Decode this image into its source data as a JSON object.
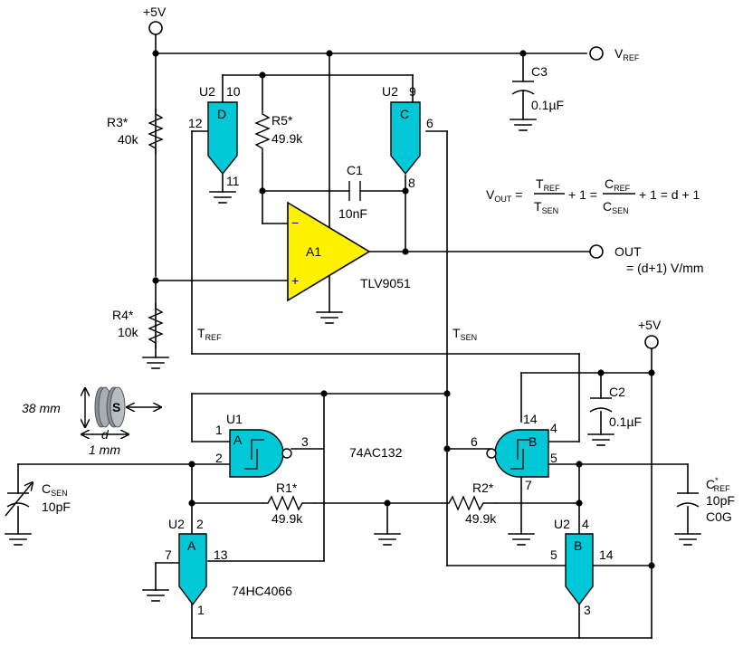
{
  "supply": {
    "top": "+5V",
    "right": "+5V"
  },
  "terminals": {
    "vref": {
      "main": "V",
      "sub": "REF"
    },
    "out": "OUT",
    "out_gain": "= (d+1) V/mm"
  },
  "resistors": {
    "r3": {
      "ref": "R3*",
      "value": "40k"
    },
    "r4": {
      "ref": "R4*",
      "value": "10k"
    },
    "r5": {
      "ref": "R5*",
      "value": "49.9k"
    },
    "r1": {
      "ref": "R1*",
      "value": "49.9k"
    },
    "r2": {
      "ref": "R2*",
      "value": "49.9k"
    }
  },
  "capacitors": {
    "c1": {
      "ref": "C1",
      "value": "10nF"
    },
    "c2": {
      "ref": "C2",
      "value": "0.1µF"
    },
    "c3": {
      "ref": "C3",
      "value": "0.1µF"
    },
    "csen": {
      "main": "C",
      "sub": "SEN",
      "value": "10pF"
    },
    "cref": {
      "main": "C",
      "sup": "*",
      "sub": "REF",
      "value": "10pF",
      "dielectric": "C0G"
    }
  },
  "opamp": {
    "ref": "A1",
    "part": "TLV9051",
    "minus": "−",
    "plus": "+"
  },
  "switches": {
    "u2d": {
      "unit": "U2",
      "name": "D",
      "pin_ctrl": "10",
      "pin_in": "12",
      "pin_out": "11"
    },
    "u2c": {
      "unit": "U2",
      "name": "C",
      "pin_ctrl": "9",
      "pin_in": "6",
      "pin_out": "8"
    },
    "u2a": {
      "unit": "U2",
      "name": "A",
      "pin_ctrl": "2",
      "pin_in": "7",
      "pin_side": "13",
      "pin_out": "1"
    },
    "u2b": {
      "unit": "U2",
      "name": "B",
      "pin_ctrl": "4",
      "pin_in": "5",
      "pin_side": "14",
      "pin_out": "3"
    },
    "part": "74HC4066"
  },
  "gates": {
    "u1a": {
      "unit": "U1",
      "name": "A",
      "pin1": "1",
      "pin2": "2",
      "pin3": "3"
    },
    "u1b": {
      "name": "B",
      "pin14": "14",
      "pin4": "4",
      "pin5": "5",
      "pin6": "6",
      "pin7": "7"
    },
    "part": "74AC132"
  },
  "signals": {
    "tref": {
      "main": "T",
      "sub": "REF"
    },
    "tsen": {
      "main": "T",
      "sub": "SEN"
    }
  },
  "sensor": {
    "label": "S",
    "height": "38 mm",
    "gap": "d",
    "gap_value": "1 mm"
  },
  "formula": {
    "lhs_main": "V",
    "lhs_sub": "OUT",
    "f1_num_main": "T",
    "f1_num_sub": "REF",
    "f1_den_main": "T",
    "f1_den_sub": "SEN",
    "plus_one_a": "+ 1 =",
    "f2_num_main": "C",
    "f2_num_sub": "REF",
    "f2_den_main": "C",
    "f2_den_sub": "SEN",
    "plus_one_b": "+ 1 = d + 1"
  },
  "colors": {
    "switch_fill": "#00C8D7",
    "gate_fill": "#00C8D7",
    "opamp_fill": "#FFF200",
    "sensor_fill": "#8A9099"
  }
}
